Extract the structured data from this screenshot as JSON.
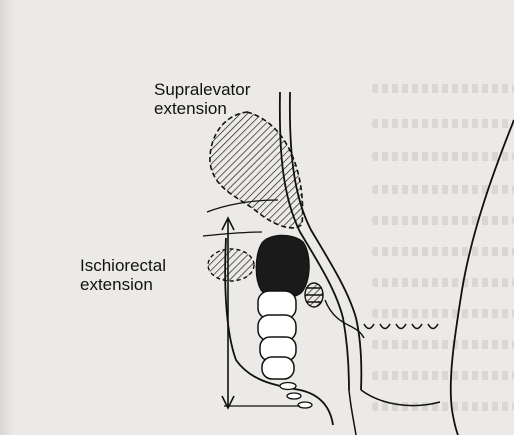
{
  "labels": {
    "supralevator_line1": "Supralevator",
    "supralevator_line2": "extension",
    "ischiorectal_line1": "Ischiorectal",
    "ischiorectal_line2": "extension"
  },
  "colors": {
    "page_background": "#eceae7",
    "ink": "#111111",
    "abscess_fill": "#1a1a1a"
  }
}
